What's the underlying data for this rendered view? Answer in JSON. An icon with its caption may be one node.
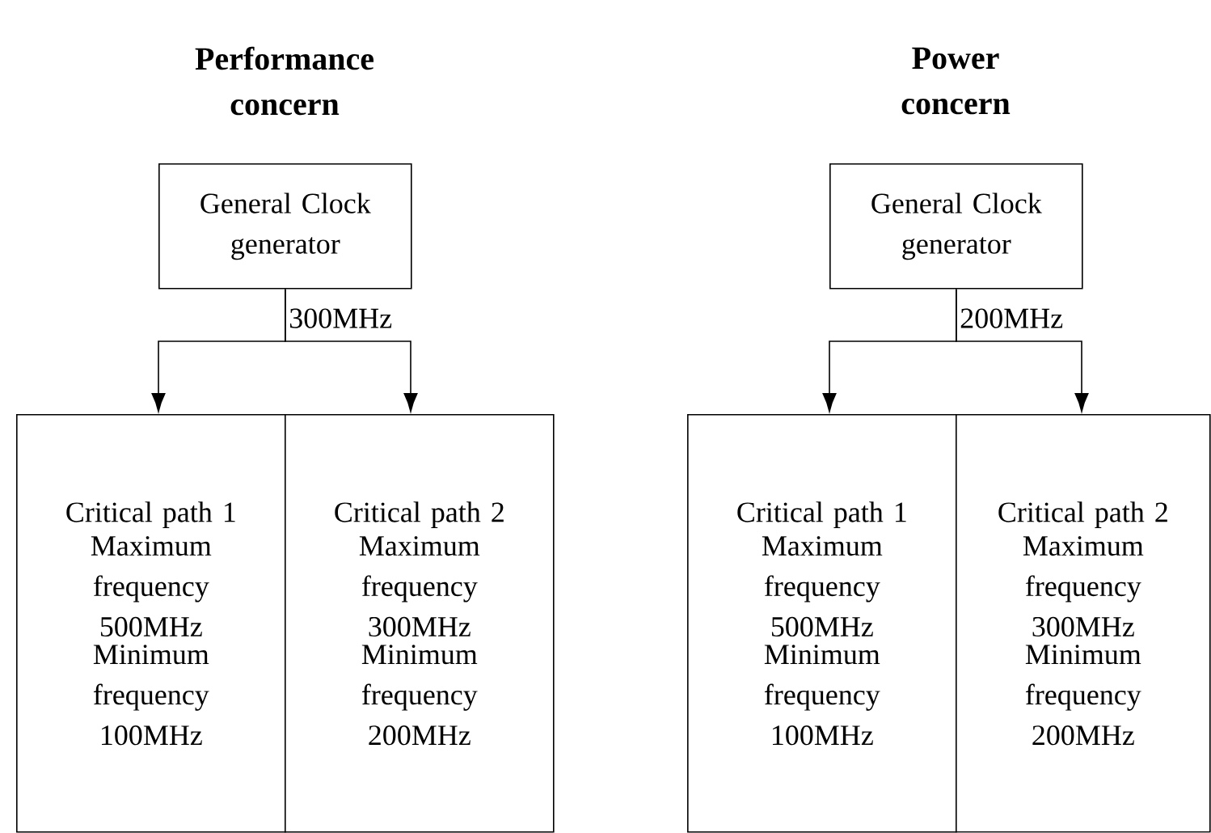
{
  "diagram": {
    "nodes": [
      {
        "text": [
          "General Clock generator"
        ]
      },
      {
        "text": [
          "Critical path 1",
          "Maximum frequency 500MHz",
          "Minimum frequency 100MHz"
        ]
      },
      {
        "text": [
          "Critical path 2",
          "Maximum frequency 300MHz",
          "Minimum frequency 200MHz"
        ]
      },
      {
        "text": [
          "General Clock generator"
        ]
      },
      {
        "text": [
          "Critical path 1",
          "Maximum frequency 500MHz",
          "Minimum frequency 100MHz"
        ]
      },
      {
        "text": [
          "Critical path 2",
          "Maximum frequency 300MHz",
          "Minimum frequency 200MHz"
        ]
      }
    ],
    "edges": [
      {
        "from": 0,
        "to": 1,
        "arrow": "to",
        "label": "300MHz"
      },
      {
        "from": 0,
        "to": 2,
        "arrow": "to"
      },
      {
        "from": 3,
        "to": 4,
        "arrow": "to",
        "label": "200MHz"
      },
      {
        "from": 3,
        "to": 5,
        "arrow": "to"
      }
    ],
    "labels": [
      "Performance concern",
      "Power concern"
    ]
  }
}
